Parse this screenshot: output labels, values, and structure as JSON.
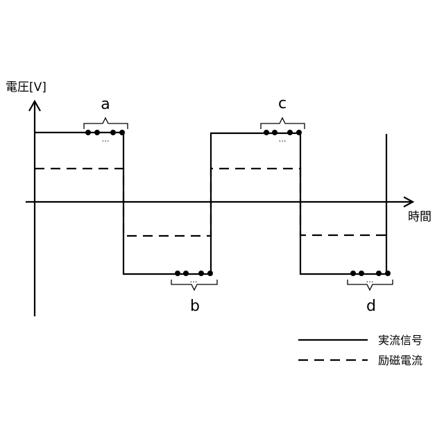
{
  "axes": {
    "y_label": "電圧[V]",
    "x_label": "時間"
  },
  "annotations": [
    {
      "label": "a"
    },
    {
      "label": "b"
    },
    {
      "label": "c"
    },
    {
      "label": "d"
    }
  ],
  "ellipsis": "…",
  "legend": {
    "items": [
      {
        "label": "実流信号",
        "style": "solid"
      },
      {
        "label": "励磁電流",
        "style": "dashed"
      }
    ]
  },
  "colors": {
    "line": "#000000",
    "background": "#ffffff"
  }
}
